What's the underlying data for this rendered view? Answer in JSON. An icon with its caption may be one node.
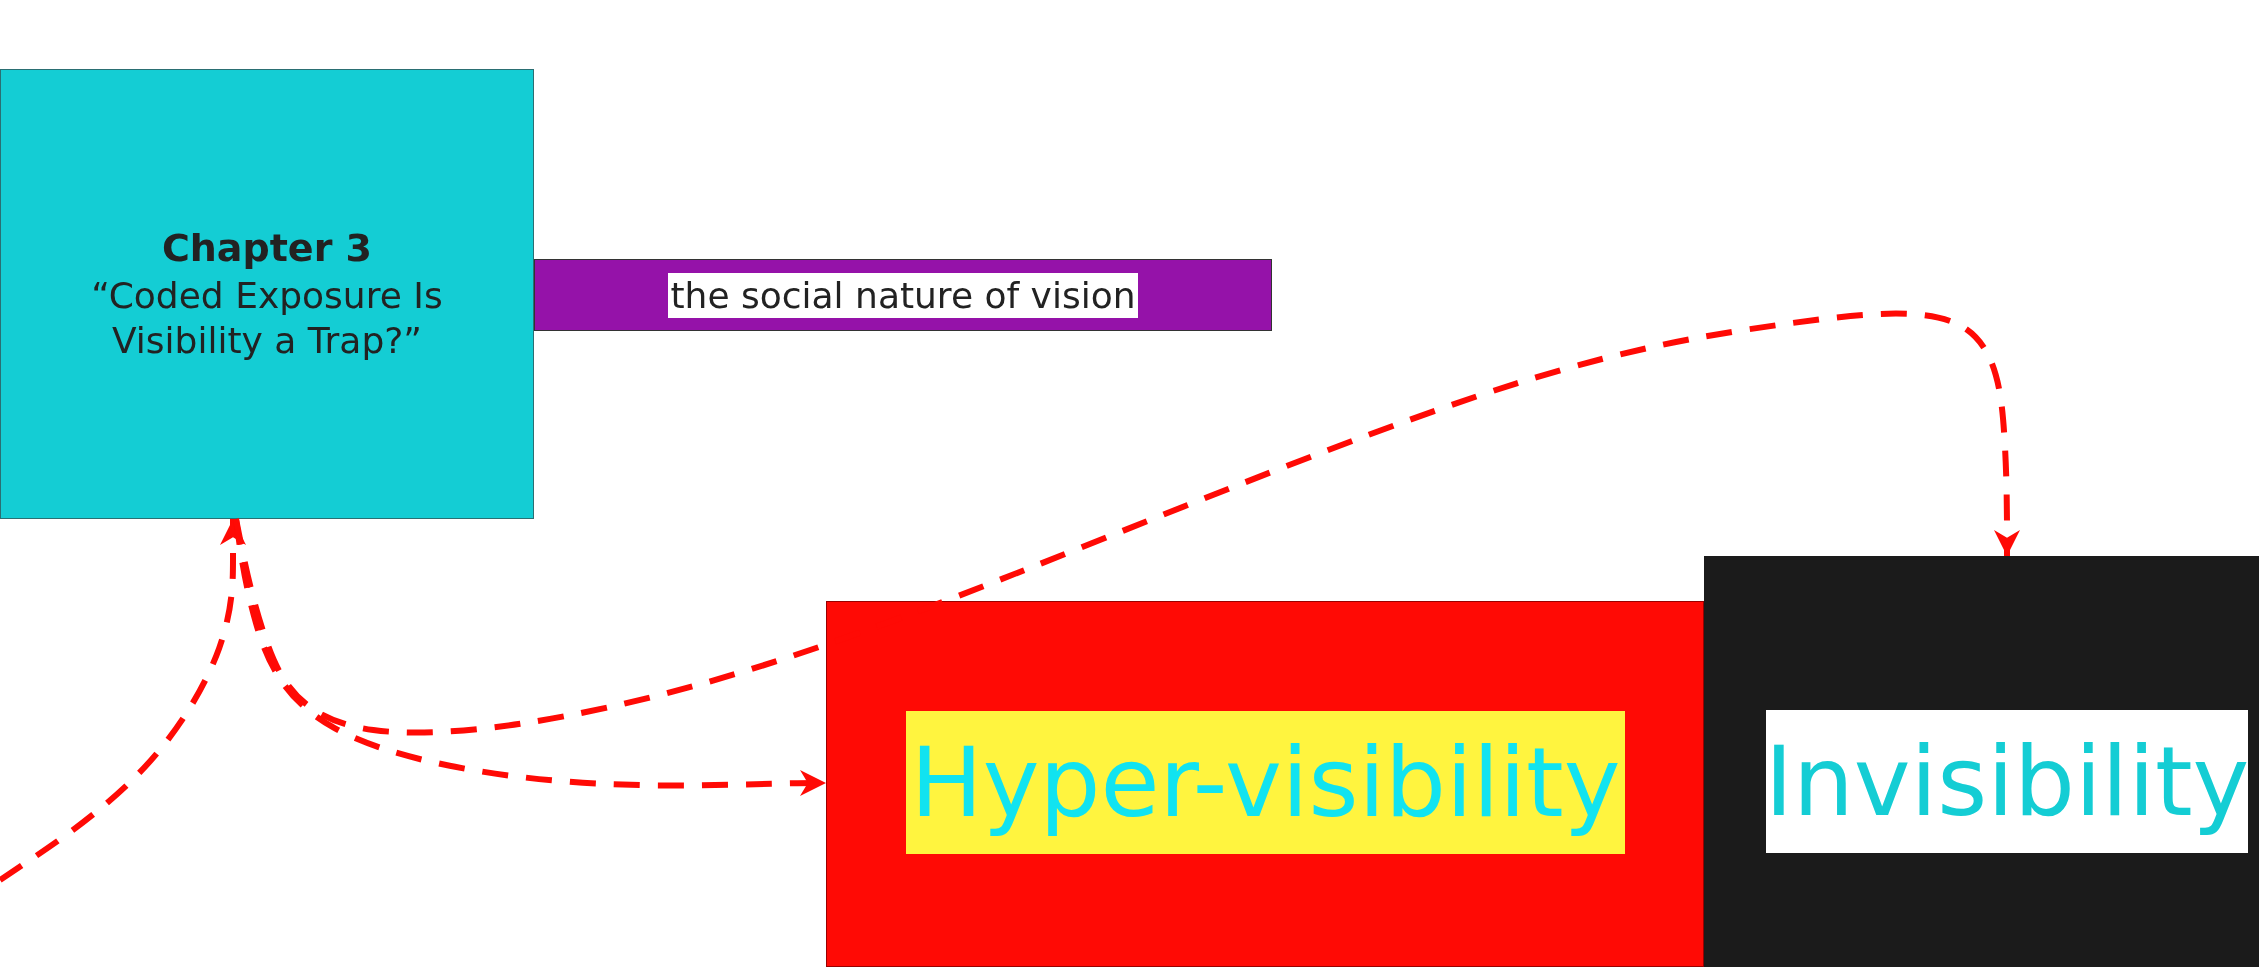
{
  "diagram": {
    "nodes": [
      {
        "text": [
          "Chapter 3",
          "“Coded Exposure Is Visibility a Trap?”"
        ]
      },
      {
        "text": [
          "the social nature of vision"
        ]
      },
      {
        "text": [],
        "shape": "box"
      },
      {
        "text": [
          "Hyper-visibility"
        ],
        "in": 2
      },
      {
        "text": [],
        "shape": "box"
      },
      {
        "text": [
          "Invisibility"
        ],
        "in": 4
      }
    ],
    "edges": [
      {
        "from": null,
        "to": 0,
        "arrow": "to",
        "style": "dashed"
      },
      {
        "from": 0,
        "to": 2,
        "arrow": "to",
        "style": "dashed"
      },
      {
        "from": 0,
        "to": 4,
        "arrow": "to",
        "style": "dashed"
      }
    ]
  }
}
